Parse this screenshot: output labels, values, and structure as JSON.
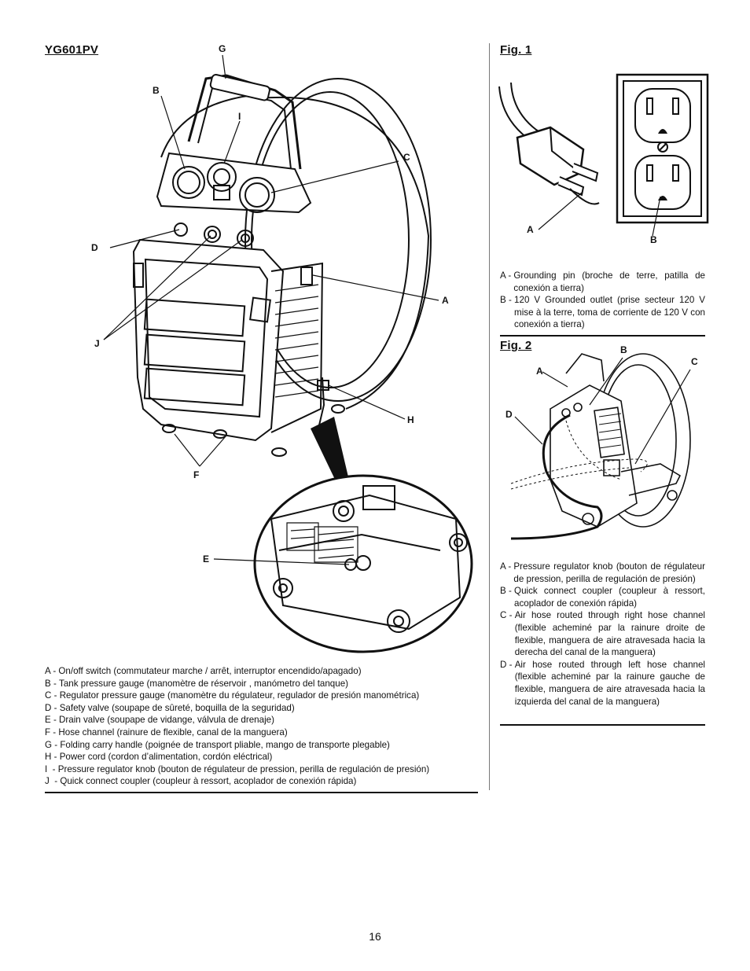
{
  "left_section": {
    "model": "YG601PV",
    "callouts": {
      "A": "A",
      "B": "B",
      "C": "C",
      "D": "D",
      "E": "E",
      "F": "F",
      "G": "G",
      "H": "H",
      "I": "I",
      "J": "J"
    },
    "legend": [
      {
        "key": "A - ",
        "text": "On/off switch (commutateur marche / arrêt, interruptor encendido/apagado)"
      },
      {
        "key": "B - ",
        "text": "Tank pressure gauge (manomètre de réservoir , manómetro del tanque)"
      },
      {
        "key": "C - ",
        "text": "Regulator pressure gauge (manomètre du régulateur, regulador de presión manométrica)"
      },
      {
        "key": "D - ",
        "text": "Safety valve (soupape de sûreté, boquilla de la seguridad)"
      },
      {
        "key": "E - ",
        "text": "Drain valve (soupape de vidange, válvula de drenaje)"
      },
      {
        "key": "F - ",
        "text": "Hose channel (rainure de flexible, canal de la manguera)"
      },
      {
        "key": "G - ",
        "text": "Folding carry handle (poignée de transport pliable, mango de transporte plegable)"
      },
      {
        "key": "H - ",
        "text": "Power cord (cordon d’alimentation, cordón eléctrical)"
      },
      {
        "key": "I  - ",
        "text": "Pressure regulator knob (bouton de régulateur de pression, perilla de regulación de presión)"
      },
      {
        "key": "J  - ",
        "text": "Quick connect coupler (coupleur à ressort, acoplador de conexión rápida)"
      }
    ]
  },
  "fig1": {
    "title": "Fig. 1",
    "callouts": {
      "A": "A",
      "B": "B"
    },
    "legend": [
      {
        "key": "A - ",
        "text": "Grounding pin (broche de terre, patilla de conexión a tierra)"
      },
      {
        "key": "B - ",
        "text": "120 V Grounded outlet (prise secteur 120 V mise à la terre, toma de corriente de 120 V con conexión a tierra)"
      }
    ]
  },
  "fig2": {
    "title": "Fig. 2",
    "callouts": {
      "A": "A",
      "B": "B",
      "C": "C",
      "D": "D"
    },
    "legend": [
      {
        "key": "A - ",
        "text": "Pressure regulator knob (bouton de régulateur de pression, perilla de regulación de presión)"
      },
      {
        "key": "B - ",
        "text": "Quick connect coupler (coupleur à ressort, acoplador de conexión rápida)"
      },
      {
        "key": "C - ",
        "text": "Air hose routed through right hose channel (flexible acheminé par la rainure droite de flexible, manguera de aire atravesada hacia la derecha del canal de la manguera)"
      },
      {
        "key": "D - ",
        "text": "Air hose routed through left hose channel (flexible acheminé par la rainure gauche de flexible, manguera de aire atravesada hacia la izquierda del canal de la manguera)"
      }
    ]
  },
  "page_number": "16"
}
